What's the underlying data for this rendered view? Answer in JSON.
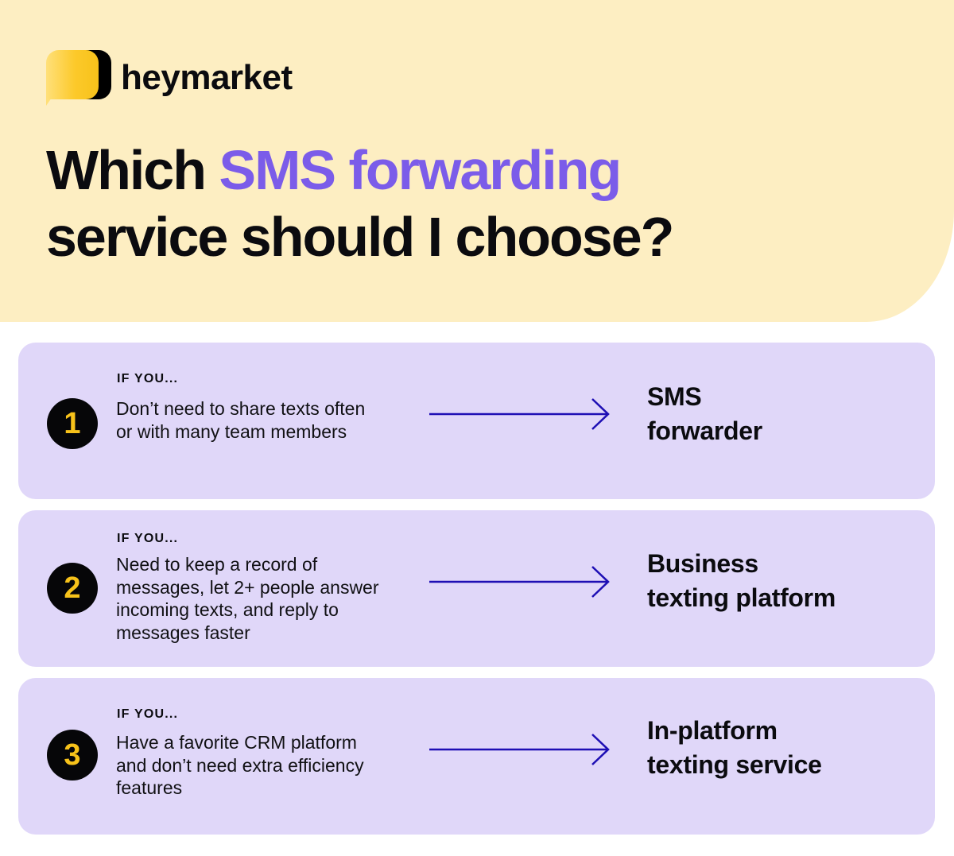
{
  "brand": {
    "name": "heymarket",
    "logo_icon": "chat-bubble-icon",
    "colors": {
      "hero_background": "#fdeec2",
      "accent_purple": "#7b5ce9",
      "card_background": "#e0d7f9",
      "badge_background": "#060608",
      "badge_number": "#f7c21a",
      "arrow": "#1e0fb4"
    }
  },
  "title": {
    "prefix": "Which ",
    "highlight": "SMS forwarding",
    "line2": "service should I choose?"
  },
  "options": [
    {
      "number": "1",
      "label": "IF YOU...",
      "description": "Don’t need to share texts often or with many team members",
      "arrow_icon": "arrow-right-icon",
      "result_line1": "SMS",
      "result_line2": "forwarder"
    },
    {
      "number": "2",
      "label": "IF YOU...",
      "description": "Need to keep a record of messages, let 2+ people answer incoming texts, and reply to messages faster",
      "arrow_icon": "arrow-right-icon",
      "result_line1": "Business",
      "result_line2": "texting platform"
    },
    {
      "number": "3",
      "label": "IF YOU...",
      "description": "Have a favorite CRM platform and don’t need extra efficiency features",
      "arrow_icon": "arrow-right-icon",
      "result_line1": "In-platform",
      "result_line2": "texting service"
    }
  ]
}
